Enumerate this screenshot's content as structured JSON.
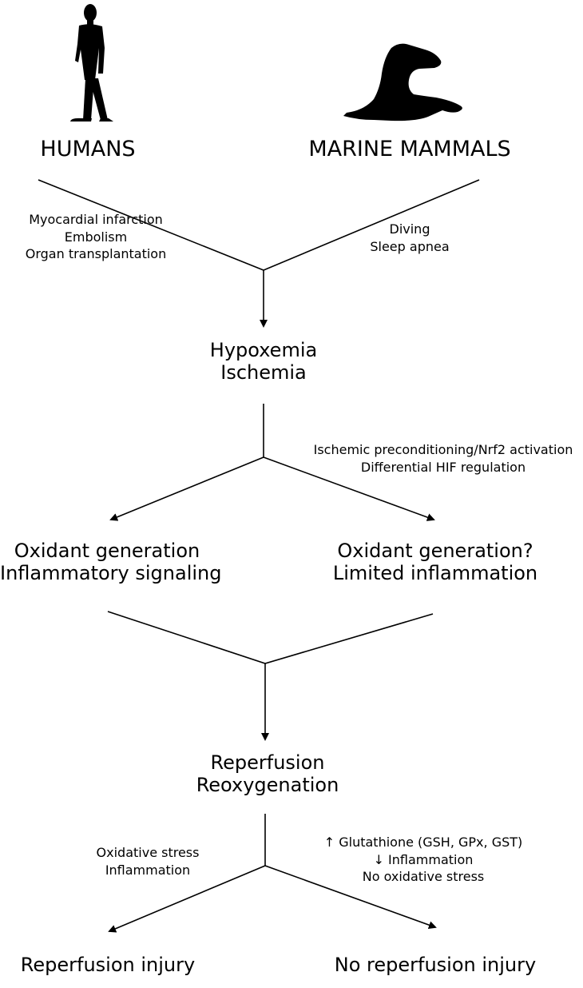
{
  "silhouettes": {
    "human": {
      "icon": "human-silhouette-icon",
      "color": "#000000"
    },
    "seal": {
      "icon": "sea-lion-silhouette-icon",
      "color": "#000000"
    }
  },
  "top": {
    "humans": "HUMANS",
    "marine_mammals": "MARINE MAMMALS",
    "human_causes": [
      "Myocardial infarction",
      "Embolism",
      "Organ transplantation"
    ],
    "marine_causes": [
      "Diving",
      "Sleep apnea"
    ]
  },
  "stage1": {
    "lines": [
      "Hypoxemia",
      "Ischemia"
    ]
  },
  "branch1": {
    "right_notes": [
      "Ischemic preconditioning/Nrf2 activation",
      "Differential HIF regulation"
    ]
  },
  "stage2": {
    "left": [
      "Oxidant generation",
      "Inflammatory signaling"
    ],
    "right": [
      "Oxidant generation?",
      "Limited inflammation"
    ]
  },
  "stage3": {
    "lines": [
      "Reperfusion",
      "Reoxygenation"
    ]
  },
  "branch3": {
    "left_notes": [
      "Oxidative stress",
      "Inflammation"
    ],
    "right_notes": [
      "↑ Glutathione (GSH, GPx, GST)",
      "↓ Inflammation",
      "No oxidative stress"
    ]
  },
  "outcomes": {
    "left": "Reperfusion injury",
    "right": "No reperfusion injury"
  }
}
